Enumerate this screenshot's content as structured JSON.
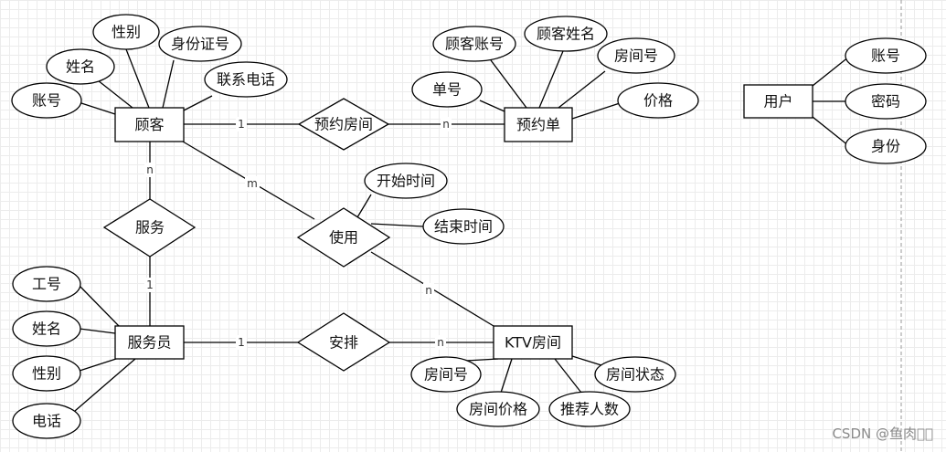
{
  "entities": {
    "customer": "顾客",
    "booking": "预约单",
    "user": "用户",
    "staff": "服务员",
    "room": "KTV房间"
  },
  "relationships": {
    "reserve": "预约房间",
    "use": "使用",
    "serve": "服务",
    "arrange": "安排"
  },
  "attributes": {
    "customer": [
      "性别",
      "身份证号",
      "姓名",
      "联系电话",
      "账号"
    ],
    "booking": [
      "顾客账号",
      "顾客姓名",
      "房间号",
      "单号",
      "价格"
    ],
    "user": [
      "账号",
      "密码",
      "身份"
    ],
    "use": [
      "开始时间",
      "结束时间"
    ],
    "staff": [
      "工号",
      "姓名",
      "性别",
      "电话"
    ],
    "room": [
      "房间号",
      "房间状态",
      "房间价格",
      "推荐人数"
    ]
  },
  "cardinalities": {
    "customer_reserve": "1",
    "reserve_booking": "n",
    "customer_use": "m",
    "use_room": "n",
    "customer_serve": "n",
    "serve_staff": "1",
    "staff_arrange": "1",
    "arrange_room": "n"
  },
  "watermark": "CSDN @鱼肉\u0000\u0000"
}
